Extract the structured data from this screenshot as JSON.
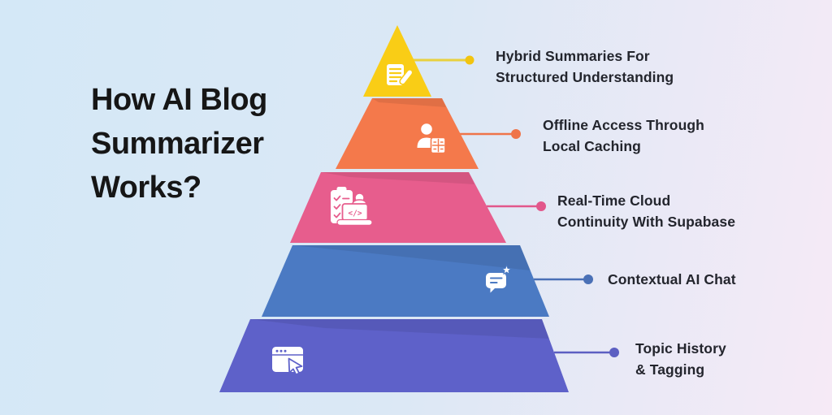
{
  "title": {
    "line1": "How AI Blog",
    "line2": "Summarizer",
    "line3": "Works?"
  },
  "colors": {
    "background_left": "#d4e8f7",
    "background_mid": "#dbe8f5",
    "background_right": "#f6eaf6",
    "title_text": "#161616",
    "label_text": "#23252d",
    "icon": "#ffffff"
  },
  "levels": [
    {
      "name": "hybrid-summaries",
      "color": "#f9cd16",
      "line_color": "#e8d13e",
      "dot_color": "#f2c40f",
      "icon": "note-pencil-icon",
      "label_line1": "Hybrid Summaries For",
      "label_line2": "Structured Understanding"
    },
    {
      "name": "offline-access",
      "color": "#f4794b",
      "line_color": "#ef7449",
      "dot_color": "#ef7449",
      "icon": "user-schedule-icon",
      "label_line1": "Offline Access Through",
      "label_line2": "Local Caching"
    },
    {
      "name": "realtime-cloud",
      "color": "#e75d8d",
      "line_color": "#e2578b",
      "dot_color": "#e2578b",
      "icon": "checklist-laptop-code-icon",
      "label_line1": "Real-Time Cloud",
      "label_line2": "Continuity With Supabase"
    },
    {
      "name": "contextual-ai-chat",
      "color": "#4b7ac3",
      "line_color": "#4a70b6",
      "dot_color": "#4a70b6",
      "icon": "chat-star-icon",
      "label_line1": "Contextual AI Chat",
      "label_line2": ""
    },
    {
      "name": "topic-history-tagging",
      "color": "#5e61c9",
      "line_color": "#5c5fc2",
      "dot_color": "#5c5fc2",
      "icon": "browser-cursor-icon",
      "label_line1": "Topic History",
      "label_line2": "& Tagging"
    }
  ],
  "icon_glyphs": {
    "code": "</>"
  }
}
